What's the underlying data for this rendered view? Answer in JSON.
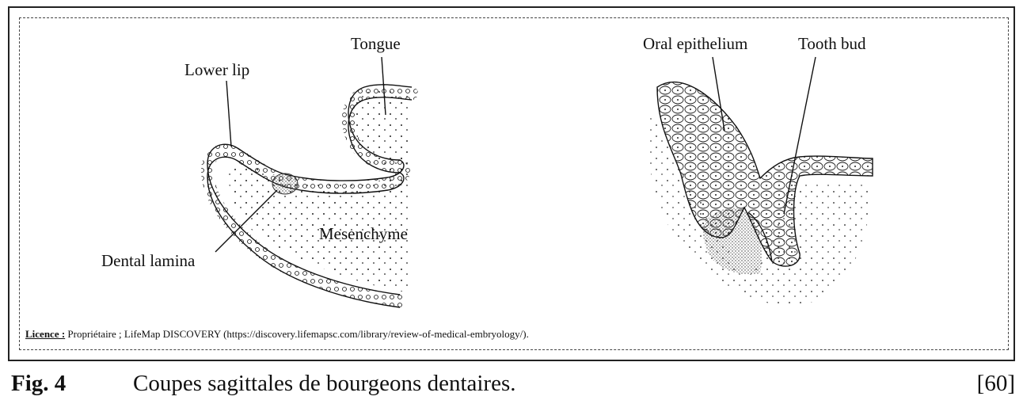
{
  "figure": {
    "labels": {
      "tongue": "Tongue",
      "lower_lip": "Lower lip",
      "mesenchyme": "Mesenchyme",
      "dental_lamina": "Dental lamina",
      "oral_epithelium": "Oral epithelium",
      "tooth_bud": "Tooth bud"
    },
    "licence": {
      "key": "Licence :",
      "text": " Propriétaire ; LifeMap DISCOVERY (https://discovery.lifemapsc.com/library/review-of-medical-embryology/)."
    }
  },
  "caption": {
    "number": "Fig. 4",
    "text": "Coupes sagittales de bourgeons dentaires.",
    "reference": "[60]"
  }
}
